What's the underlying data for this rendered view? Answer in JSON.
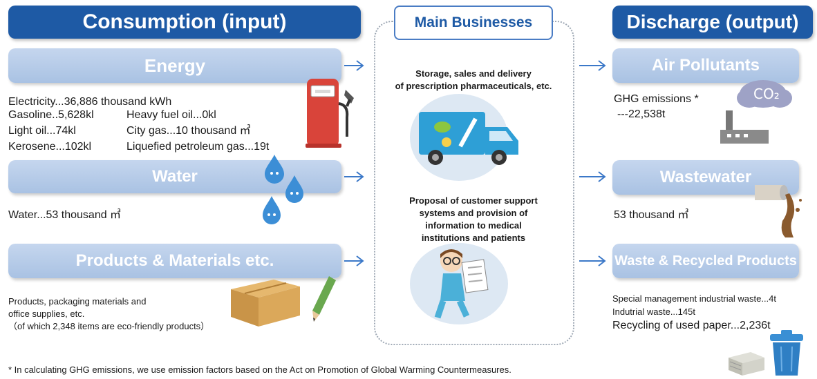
{
  "consumption": {
    "title": "Consumption (input)",
    "energy": {
      "label": "Energy",
      "lines": [
        "Electricity...36,886 thousand kWh",
        "Gasoline..5,628kl",
        "Heavy fuel oil...0kl",
        "Light oil...74kl",
        "City gas...10 thousand ㎥",
        "Kerosene...102kl",
        "Liquefied petroleum gas...19t"
      ]
    },
    "water": {
      "label": "Water",
      "text": "Water...53 thousand ㎥"
    },
    "products": {
      "label": "Products & Materials etc.",
      "lines": [
        "Products, packaging materials and",
        "office supplies, etc.",
        "（of which 2,348 items are eco-friendly products）"
      ]
    }
  },
  "main": {
    "title": "Main Businesses",
    "business1": [
      "Storage, sales and delivery",
      "of prescription pharmaceuticals, etc."
    ],
    "business2": [
      "Proposal of customer support",
      "systems and provision of",
      "information to medical",
      "institutions and patients"
    ]
  },
  "discharge": {
    "title": "Discharge (output)",
    "air": {
      "label": "Air Pollutants",
      "lines": [
        "GHG emissions *",
        "---22,538t"
      ],
      "co2": "CO₂"
    },
    "wastewater": {
      "label": "Wastewater",
      "text": "53 thousand ㎥"
    },
    "waste": {
      "label": "Waste & Recycled Products",
      "lines": [
        "Special management industrial waste...4t",
        "Indutrial waste...145t",
        "Recycling of used paper...2,236t"
      ]
    }
  },
  "footnote": "* In calculating GHG emissions, we use emission factors based on the Act on Promotion of Global Warming Countermeasures.",
  "colors": {
    "dark_blue": "#1e5aa5",
    "pill_blue": "#a9c2e3",
    "arrow": "#3b78c8"
  }
}
